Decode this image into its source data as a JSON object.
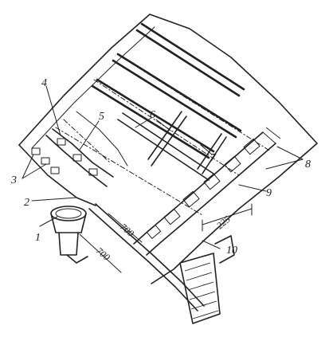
{
  "callouts": [
    "1",
    "2",
    "3",
    "4",
    "5",
    "6",
    "7",
    "8",
    "9",
    "10"
  ],
  "dimensions": {
    "gutter_spacing": "225",
    "inlet_width_a": "700",
    "inlet_width_b": "700"
  },
  "colors": {
    "ink": "#222222",
    "paper": "#ffffff"
  }
}
